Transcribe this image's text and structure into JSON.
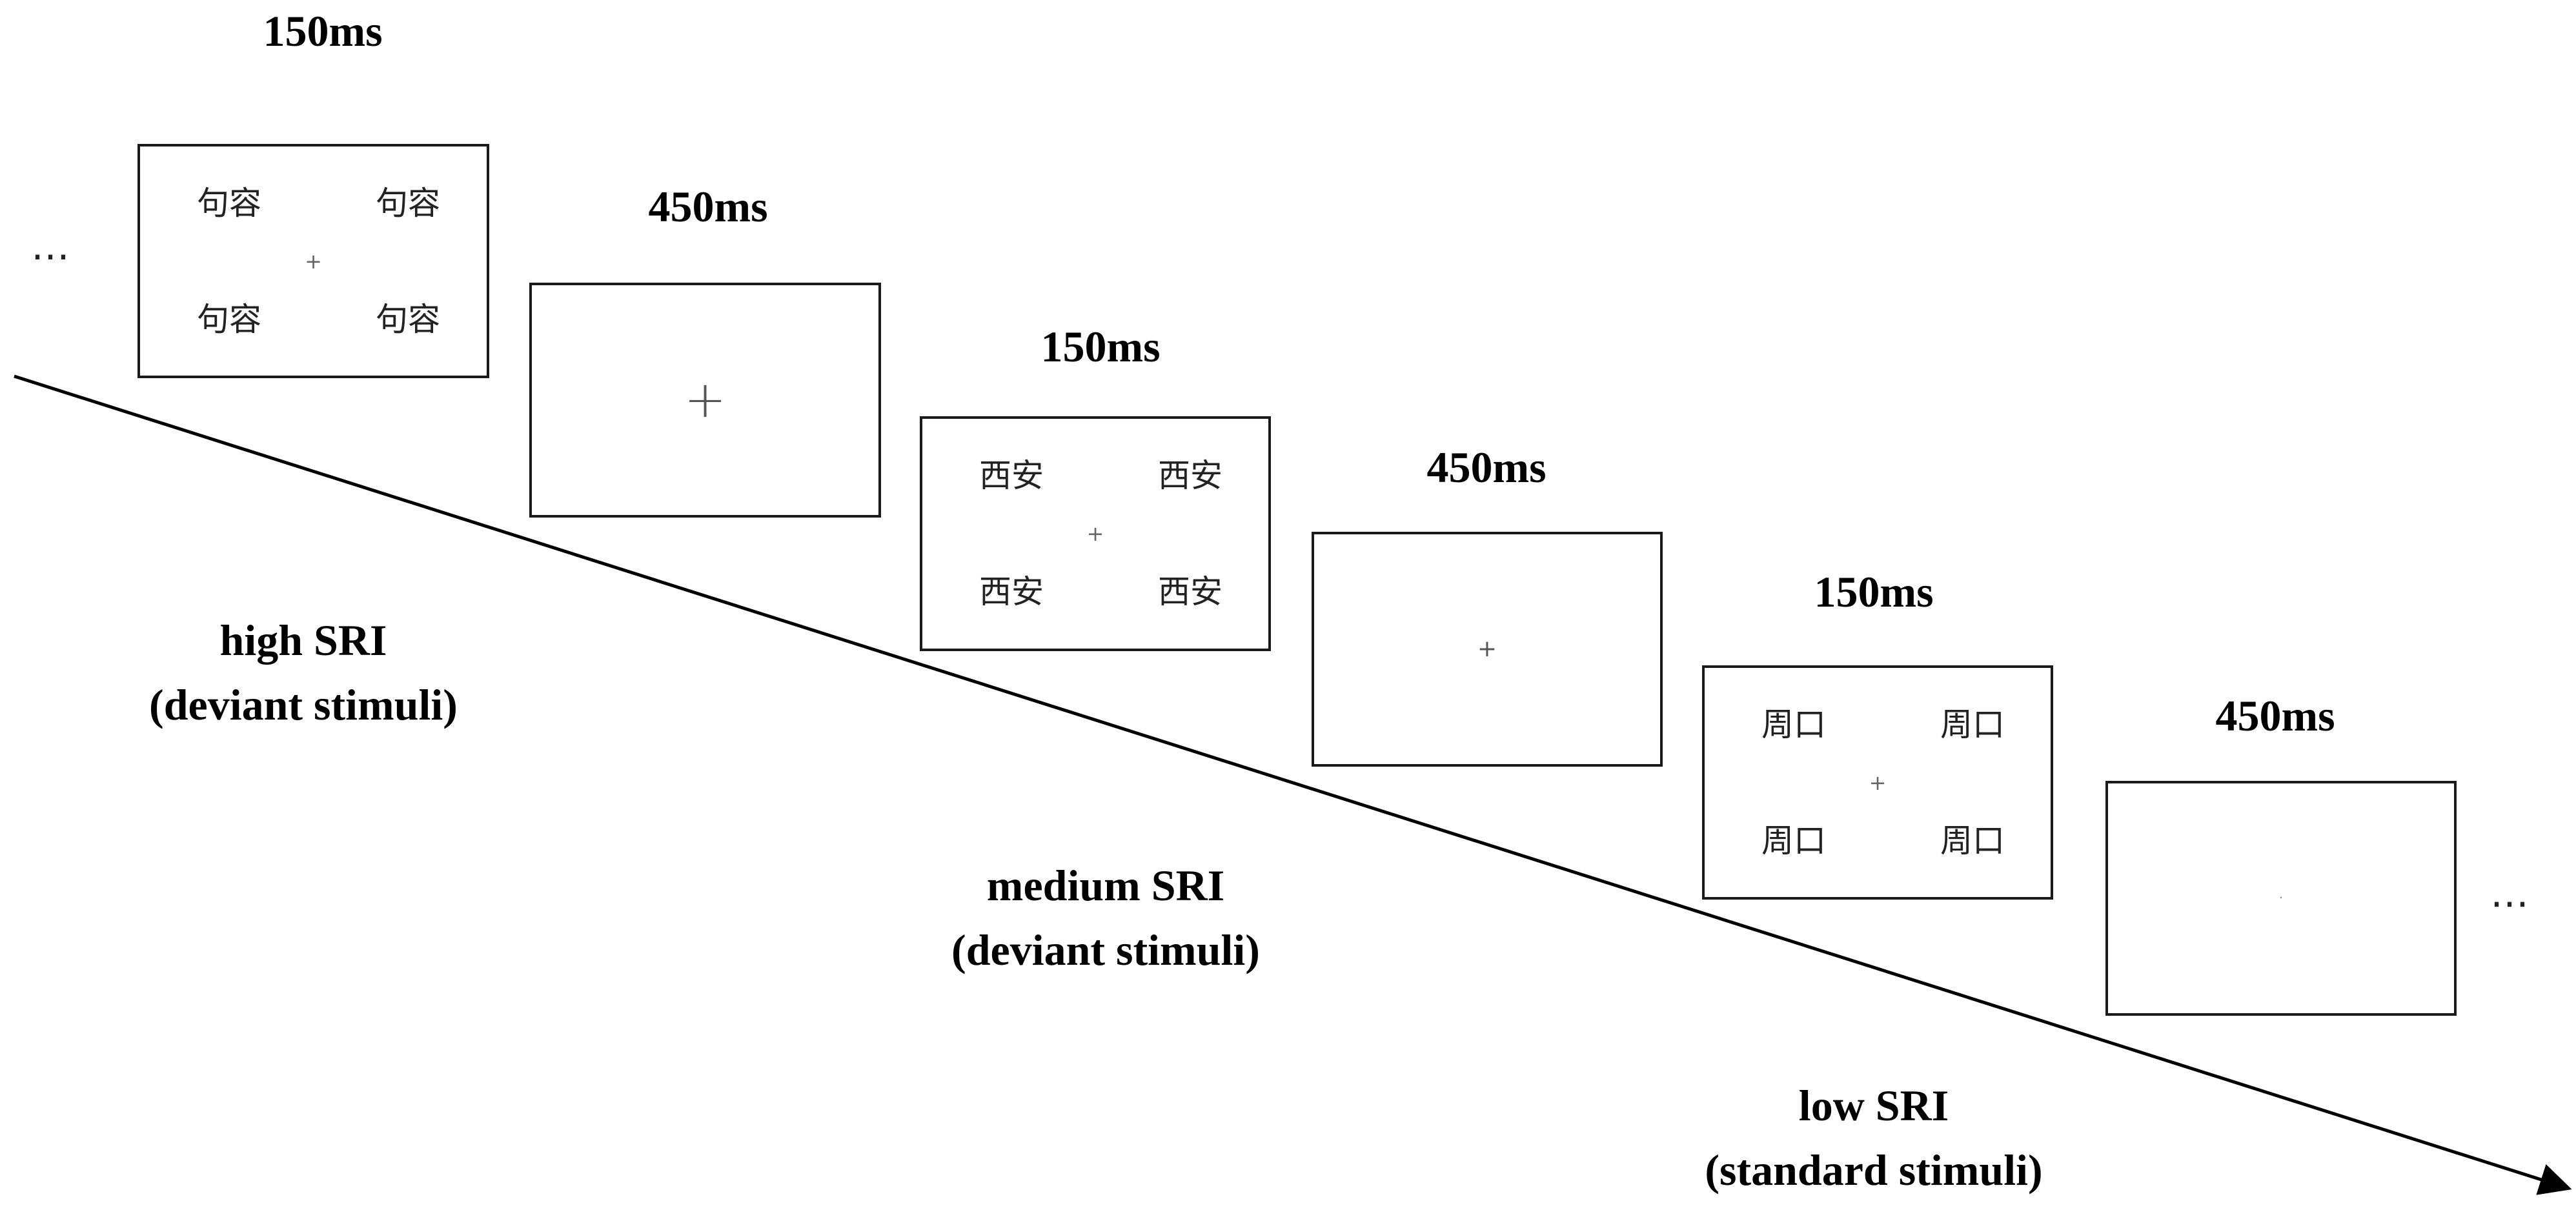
{
  "durations": [
    "150ms",
    "450ms",
    "150ms",
    "450ms",
    "150ms",
    "450ms"
  ],
  "frames": [
    {
      "words": [
        "句容",
        "句容",
        "句容",
        "句容"
      ],
      "fixation": "+"
    },
    {
      "fixation": "+"
    },
    {
      "words": [
        "西安",
        "西安",
        "西安",
        "西安"
      ],
      "fixation": "+"
    },
    {
      "fixation": "+"
    },
    {
      "words": [
        "周口",
        "周口",
        "周口",
        "周口"
      ],
      "fixation": "+"
    },
    {
      "fixation": "·"
    }
  ],
  "conditions": [
    {
      "line1": "high SRI",
      "line2": "(deviant stimuli)"
    },
    {
      "line1": "medium SRI",
      "line2": "(deviant stimuli)"
    },
    {
      "line1": "low SRI",
      "line2": "(standard stimuli)"
    }
  ],
  "ellipsis": "…"
}
